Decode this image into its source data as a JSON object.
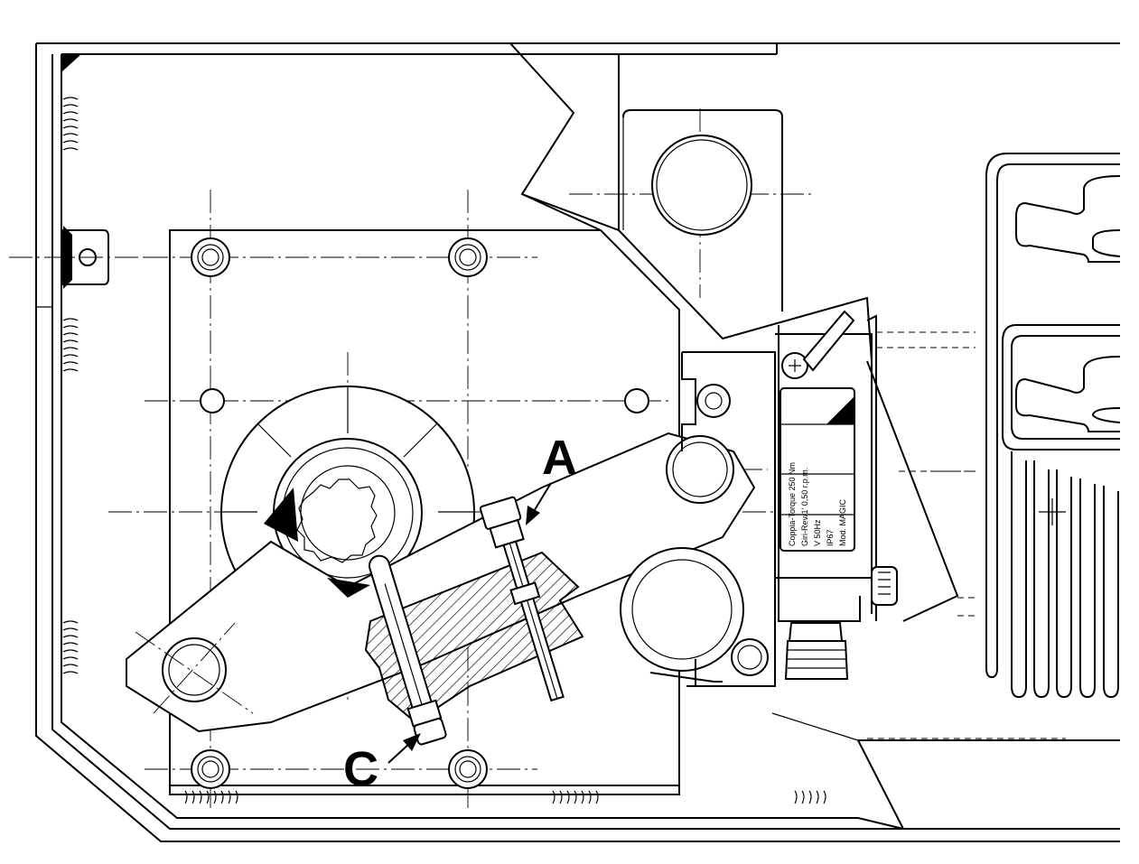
{
  "callouts": {
    "a": "A",
    "c": "C"
  },
  "nameplate": {
    "lines": [
      "Coppia-Torque 250 Nm",
      "Giri-Rev/1' 0,50 r.p.m.",
      "V 50Hz",
      "IP67",
      "Mod. MAGIC"
    ]
  },
  "colors": {
    "ink": "#000000",
    "paper": "#ffffff"
  }
}
